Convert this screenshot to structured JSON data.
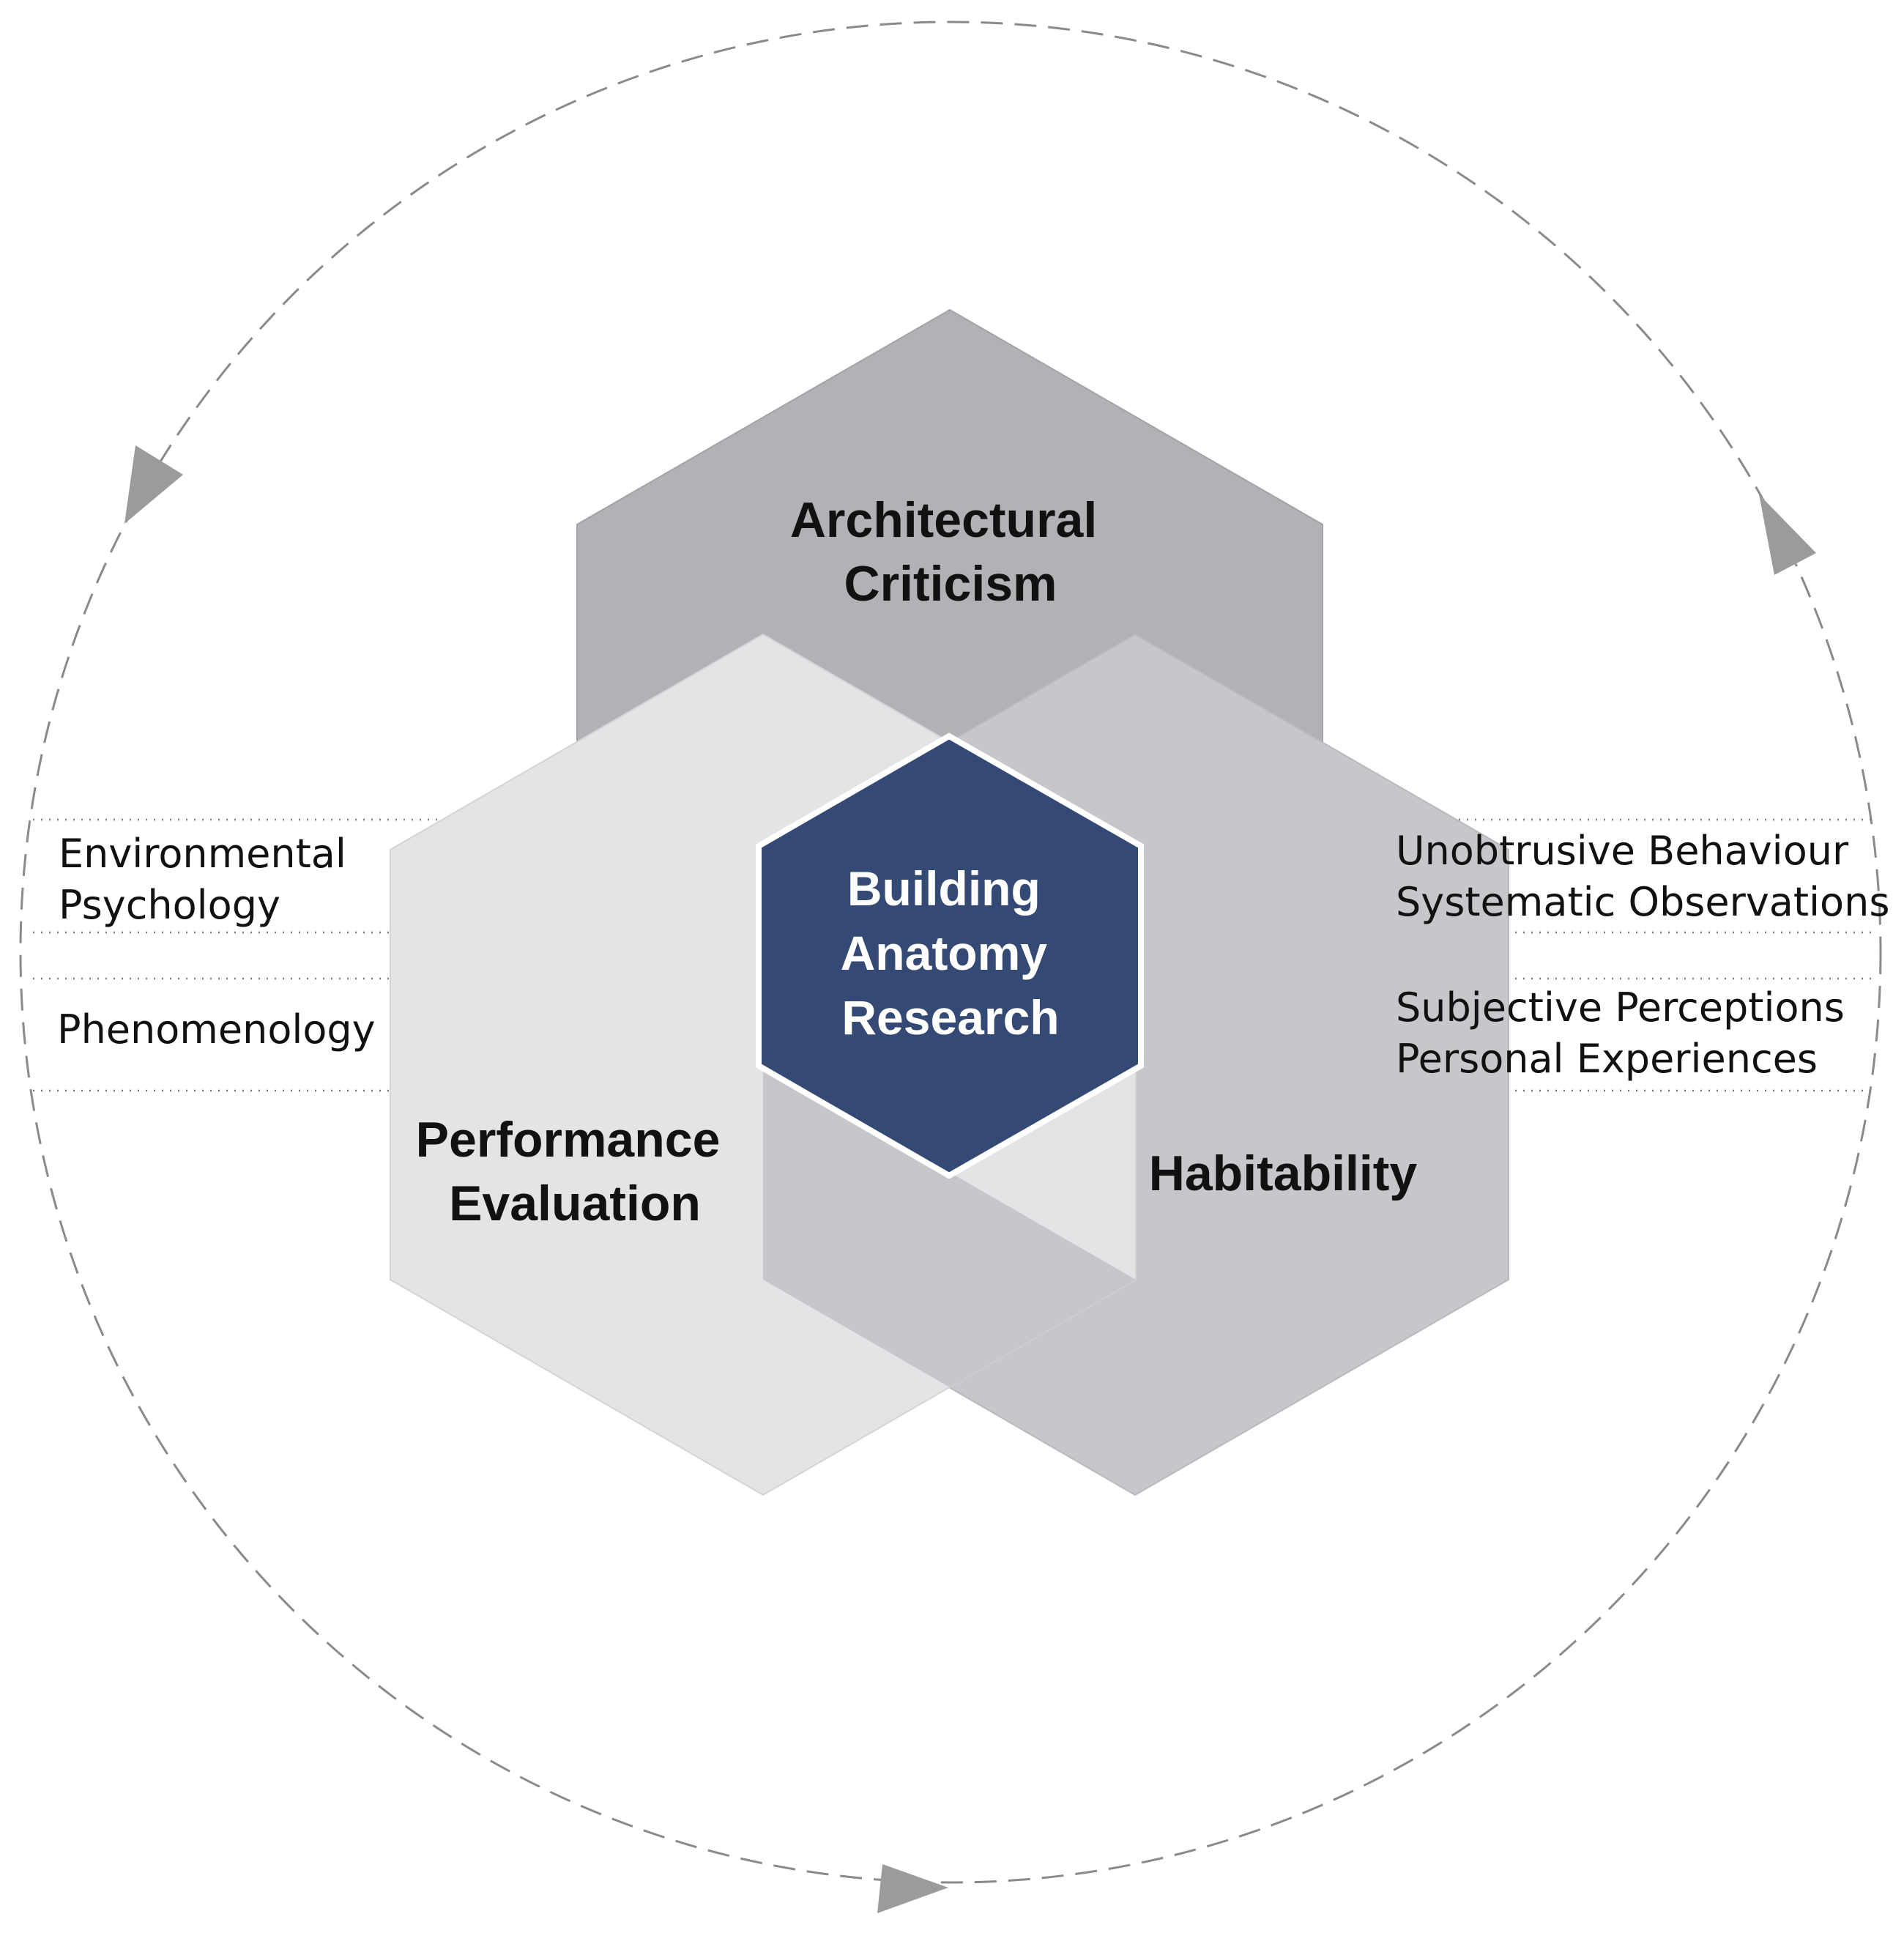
{
  "colors": {
    "hex_architectural": "#b0b2b5",
    "hex_performance": "#e2e4e6",
    "hex_habitability": "#c5c7ca",
    "hex_overlap": "#c0c2c5",
    "hex_center": "#344a74",
    "hex_center_border": "#ffffff",
    "orbit": "#8a8a8a",
    "arrow": "#9a9b9d",
    "dotted_line": "#7a7a7a"
  },
  "hexagons": {
    "architectural": {
      "line1": "Architectural",
      "line2": "Criticism"
    },
    "performance": {
      "line1": "Performance",
      "line2": "Evaluation"
    },
    "habitability": {
      "line1": "Habitability"
    },
    "center": {
      "line1": "Building",
      "line2": "Anatomy",
      "line3": "Research"
    }
  },
  "left_labels": {
    "environmental_line1": "Environmental",
    "environmental_line2": "Psychology",
    "phenomenology": "Phenomenology"
  },
  "right_labels": {
    "unobtrusive": "Unobtrusive Behaviour",
    "systematic": "Systematic Observations",
    "subjective": "Subjective Perceptions",
    "personal": "Personal Experiences"
  }
}
